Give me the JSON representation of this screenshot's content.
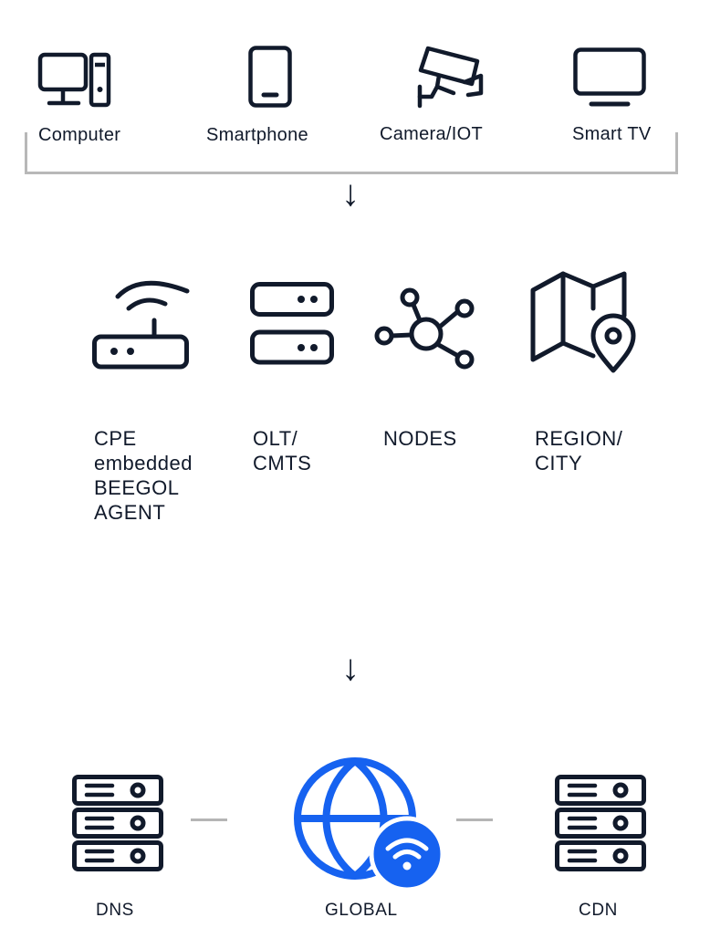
{
  "devices": [
    {
      "label": "Computer",
      "icon": "computer-icon"
    },
    {
      "label": "Smartphone",
      "icon": "smartphone-icon"
    },
    {
      "label": "Camera/IOT",
      "icon": "security-camera-icon"
    },
    {
      "label": "Smart TV",
      "icon": "tv-icon"
    }
  ],
  "arrows": [
    "↓",
    "↓"
  ],
  "network": [
    {
      "label": "CPE\nembedded\nBEEGOL\nAGENT",
      "icon": "router-icon"
    },
    {
      "label": "OLT/\nCMTS",
      "icon": "server-stack-icon"
    },
    {
      "label": "NODES",
      "icon": "network-nodes-icon"
    },
    {
      "label": "REGION/\nCITY",
      "icon": "map-pin-icon"
    }
  ],
  "services": [
    {
      "label": "DNS",
      "icon": "server-rack-icon"
    },
    {
      "label": "GLOBAL",
      "icon": "globe-wifi-icon"
    },
    {
      "label": "CDN",
      "icon": "server-rack-icon"
    }
  ],
  "colors": {
    "icon": "#111a2b",
    "accent": "#1662f0",
    "line": "#b5b5b5"
  }
}
